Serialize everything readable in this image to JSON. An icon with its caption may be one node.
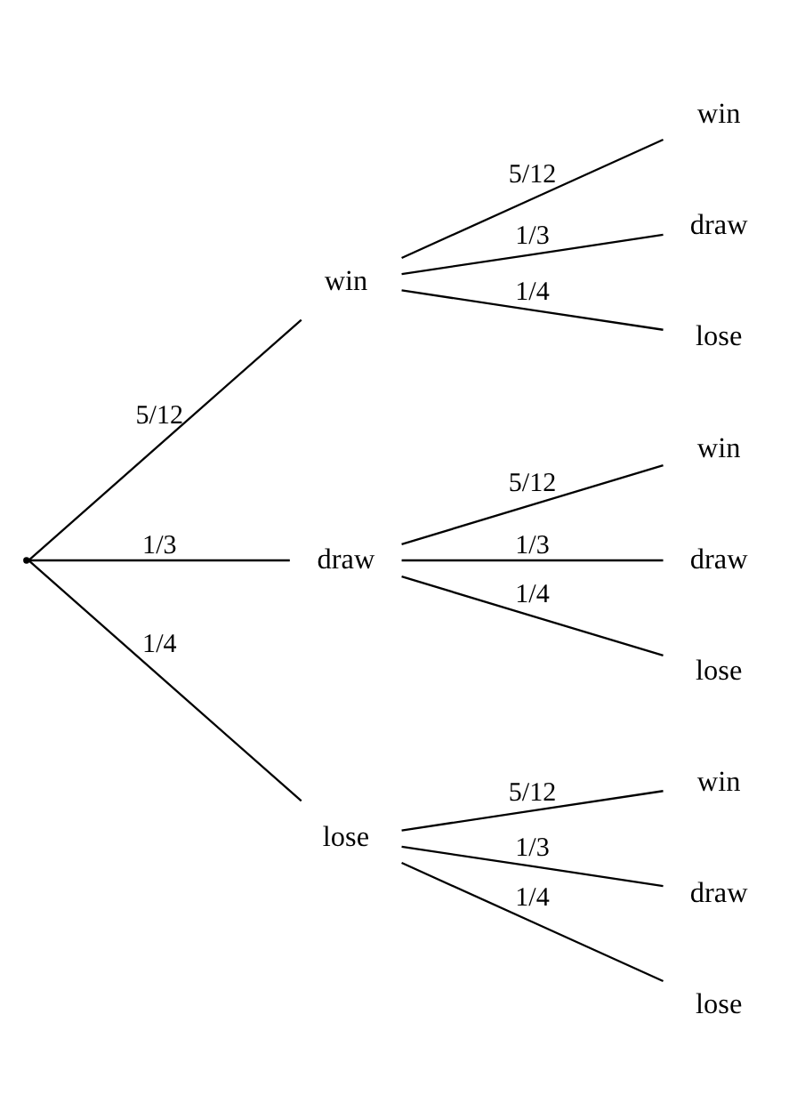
{
  "diagram": {
    "nodes": [
      {
        "text": [],
        "shape": "point"
      },
      {
        "text": [
          "win"
        ]
      },
      {
        "text": [
          "draw"
        ]
      },
      {
        "text": [
          "lose"
        ]
      },
      {
        "text": [
          "win"
        ]
      },
      {
        "text": [
          "draw"
        ]
      },
      {
        "text": [
          "lose"
        ]
      },
      {
        "text": [
          "win"
        ]
      },
      {
        "text": [
          "draw"
        ]
      },
      {
        "text": [
          "lose"
        ]
      },
      {
        "text": [
          "win"
        ]
      },
      {
        "text": [
          "draw"
        ]
      },
      {
        "text": [
          "lose"
        ]
      }
    ],
    "edges": [
      {
        "from": 0,
        "to": 1,
        "arrow": "none",
        "label": "5/12"
      },
      {
        "from": 0,
        "to": 2,
        "arrow": "none",
        "label": "1/3"
      },
      {
        "from": 0,
        "to": 3,
        "arrow": "none",
        "label": "1/4"
      },
      {
        "from": 1,
        "to": 4,
        "arrow": "none",
        "label": "5/12"
      },
      {
        "from": 1,
        "to": 5,
        "arrow": "none",
        "label": "1/3"
      },
      {
        "from": 1,
        "to": 6,
        "arrow": "none",
        "label": "1/4"
      },
      {
        "from": 2,
        "to": 7,
        "arrow": "none",
        "label": "5/12"
      },
      {
        "from": 2,
        "to": 8,
        "arrow": "none",
        "label": "1/3"
      },
      {
        "from": 2,
        "to": 9,
        "arrow": "none",
        "label": "1/4"
      },
      {
        "from": 3,
        "to": 10,
        "arrow": "none",
        "label": "5/12"
      },
      {
        "from": 3,
        "to": 11,
        "arrow": "none",
        "label": "1/3"
      },
      {
        "from": 3,
        "to": 12,
        "arrow": "none",
        "label": "1/4"
      }
    ]
  }
}
